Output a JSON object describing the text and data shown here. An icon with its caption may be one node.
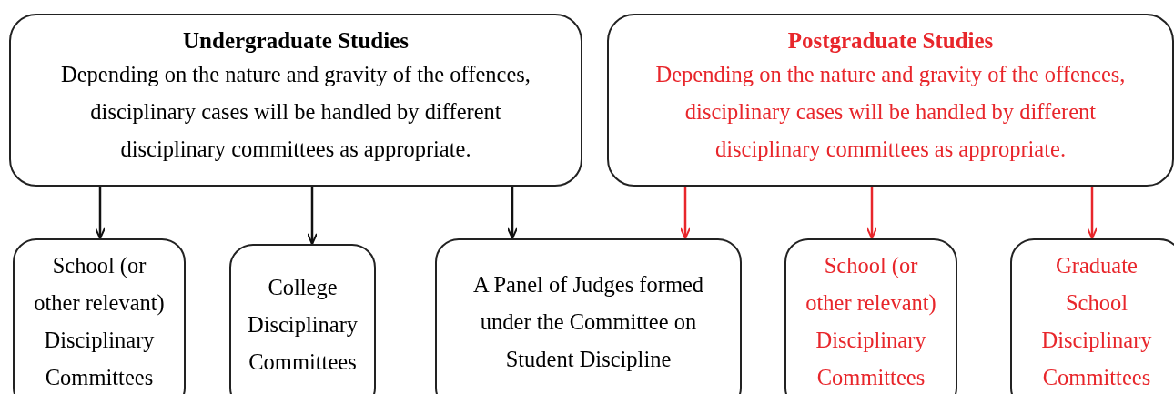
{
  "diagram": {
    "nodes": [
      {
        "text": [
          "Undergraduate Studies",
          "Depending on the nature and gravity of the offences, disciplinary cases will be handled by different disciplinary committees as appropriate."
        ]
      },
      {
        "text": [
          "Postgraduate Studies",
          "Depending on the nature and gravity of the offences, disciplinary cases will be handled by different disciplinary committees as appropriate."
        ]
      },
      {
        "text": [
          "School (or other relevant) Disciplinary Committees"
        ]
      },
      {
        "text": [
          "College Disciplinary Committees"
        ]
      },
      {
        "text": [
          "A Panel of Judges formed under the Committee on Student Discipline"
        ]
      },
      {
        "text": [
          "School (or other relevant) Disciplinary Committees"
        ]
      },
      {
        "text": [
          "Graduate School Disciplinary Committees"
        ]
      }
    ],
    "edges": [
      {
        "from": 0,
        "to": 2,
        "arrow": "to"
      },
      {
        "from": 0,
        "to": 3,
        "arrow": "to"
      },
      {
        "from": 0,
        "to": 4,
        "arrow": "to"
      },
      {
        "from": 1,
        "to": 4,
        "arrow": "to",
        "color": "#e8262b"
      },
      {
        "from": 1,
        "to": 5,
        "arrow": "to",
        "color": "#e8262b"
      },
      {
        "from": 1,
        "to": 6,
        "arrow": "to",
        "color": "#e8262b"
      }
    ]
  }
}
